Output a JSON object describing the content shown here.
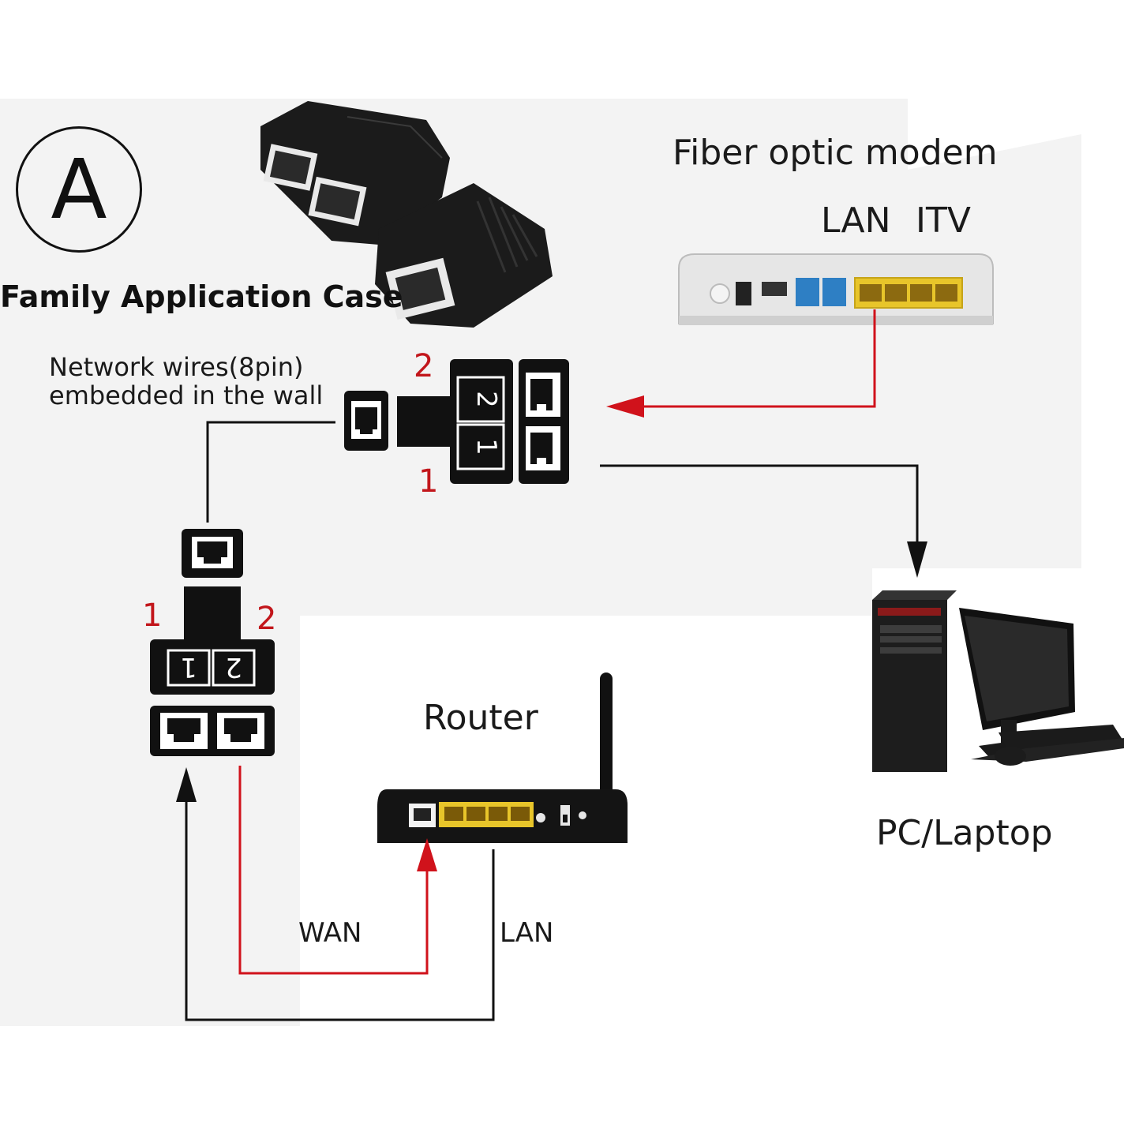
{
  "badge_letter": "A",
  "case_title": "Family Application Case",
  "modem_title": "Fiber optic modem",
  "modem_ports": {
    "lan": "LAN",
    "itv": "ITV"
  },
  "wall_wires": {
    "line1": "Network wires(8pin)",
    "line2": "embedded in the wall"
  },
  "splitter_top_ports": {
    "port2": "2",
    "port1": "1"
  },
  "splitter_left_ports": {
    "port1": "1",
    "port2": "2"
  },
  "router_title": "Router",
  "router_wan": "WAN",
  "router_lan": "LAN",
  "pc_title": "PC/Laptop",
  "colors": {
    "signal_red": "#d0121b",
    "line_black": "#111111",
    "port_yellow": "#e8c52a",
    "port_blue": "#2e7fc4"
  }
}
